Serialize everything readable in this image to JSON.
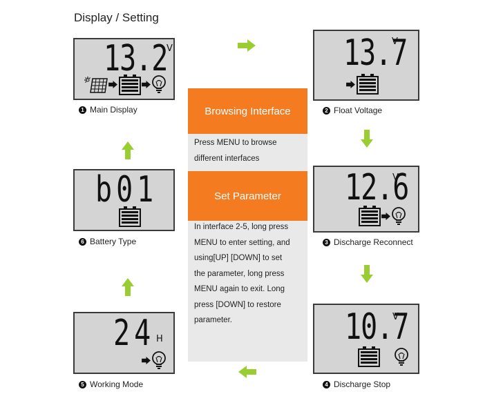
{
  "title": "Display / Setting",
  "screens": {
    "main": {
      "number": "1",
      "value": "13.2",
      "unit": "V",
      "caption": "Main Display"
    },
    "float": {
      "number": "2",
      "value": "13.7",
      "unit": "V",
      "caption": "Float Voltage"
    },
    "reconnect": {
      "number": "3",
      "value": "12.6",
      "unit": "V",
      "caption": "Discharge Reconnect"
    },
    "stop": {
      "number": "4",
      "value": "10.7",
      "unit": "V",
      "caption": "Discharge Stop"
    },
    "mode": {
      "number": "5",
      "value": "24",
      "unit": "H",
      "caption": "Working Mode"
    },
    "battery": {
      "number": "6",
      "value": "b01",
      "caption": "Battery Type"
    }
  },
  "center": {
    "browse_title": "Browsing Interface",
    "browse_lines": [
      "Press MENU to browse",
      "different  interfaces"
    ],
    "set_title": "Set Parameter",
    "set_lines": [
      "In interface 2-5, long press",
      "MENU to enter setting, and",
      "using[UP] [DOWN] to set",
      "the parameter,  long press",
      "MENU again to exit. Long",
      "press [DOWN] to restore",
      "parameter."
    ]
  },
  "colors": {
    "accent": "#f47b20",
    "arrow": "#9acd32",
    "lcd": "#d4d4d4"
  },
  "icons": [
    "solar-panel-icon",
    "battery-icon",
    "arrow-right-icon",
    "bulb-icon"
  ]
}
